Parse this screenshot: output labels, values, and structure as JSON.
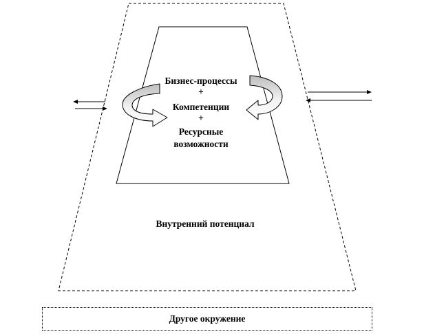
{
  "core": {
    "line1": "Бизнес-процессы",
    "plus1": "+",
    "line2": "Компетенции",
    "plus2": "+",
    "line3": "Ресурсные",
    "line4": "возможности"
  },
  "outer_label": "Внутренний потенциал",
  "environment_label": "Другое окружение"
}
